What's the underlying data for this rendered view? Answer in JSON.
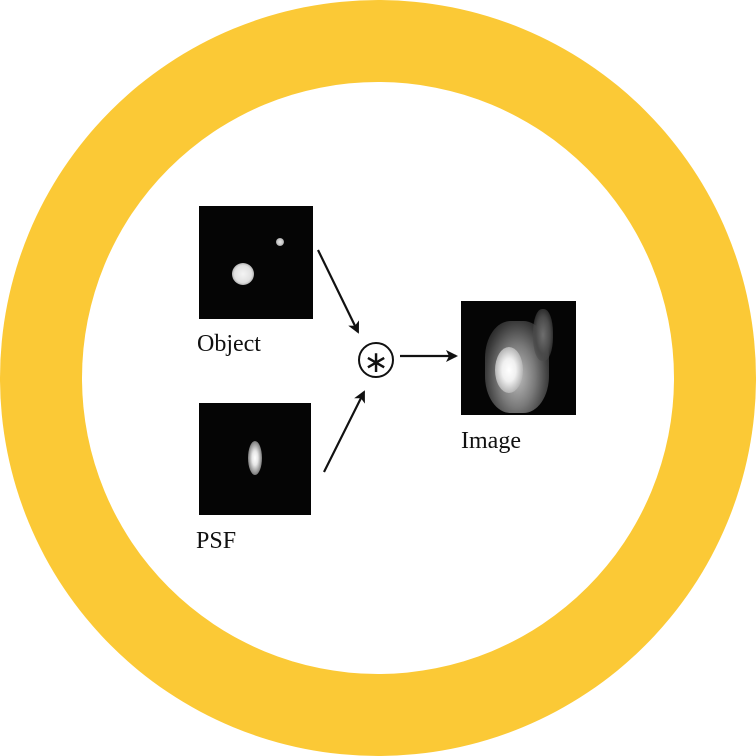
{
  "colors": {
    "ring": "#fbc936",
    "background": "#ffffff",
    "panel": "#050505",
    "ink": "#111111"
  },
  "diagram": {
    "operator_symbol": "∗",
    "labels": {
      "object": "Object",
      "psf": "PSF",
      "image": "Image"
    },
    "icons": [
      "arrow-icon",
      "convolution-icon"
    ]
  }
}
